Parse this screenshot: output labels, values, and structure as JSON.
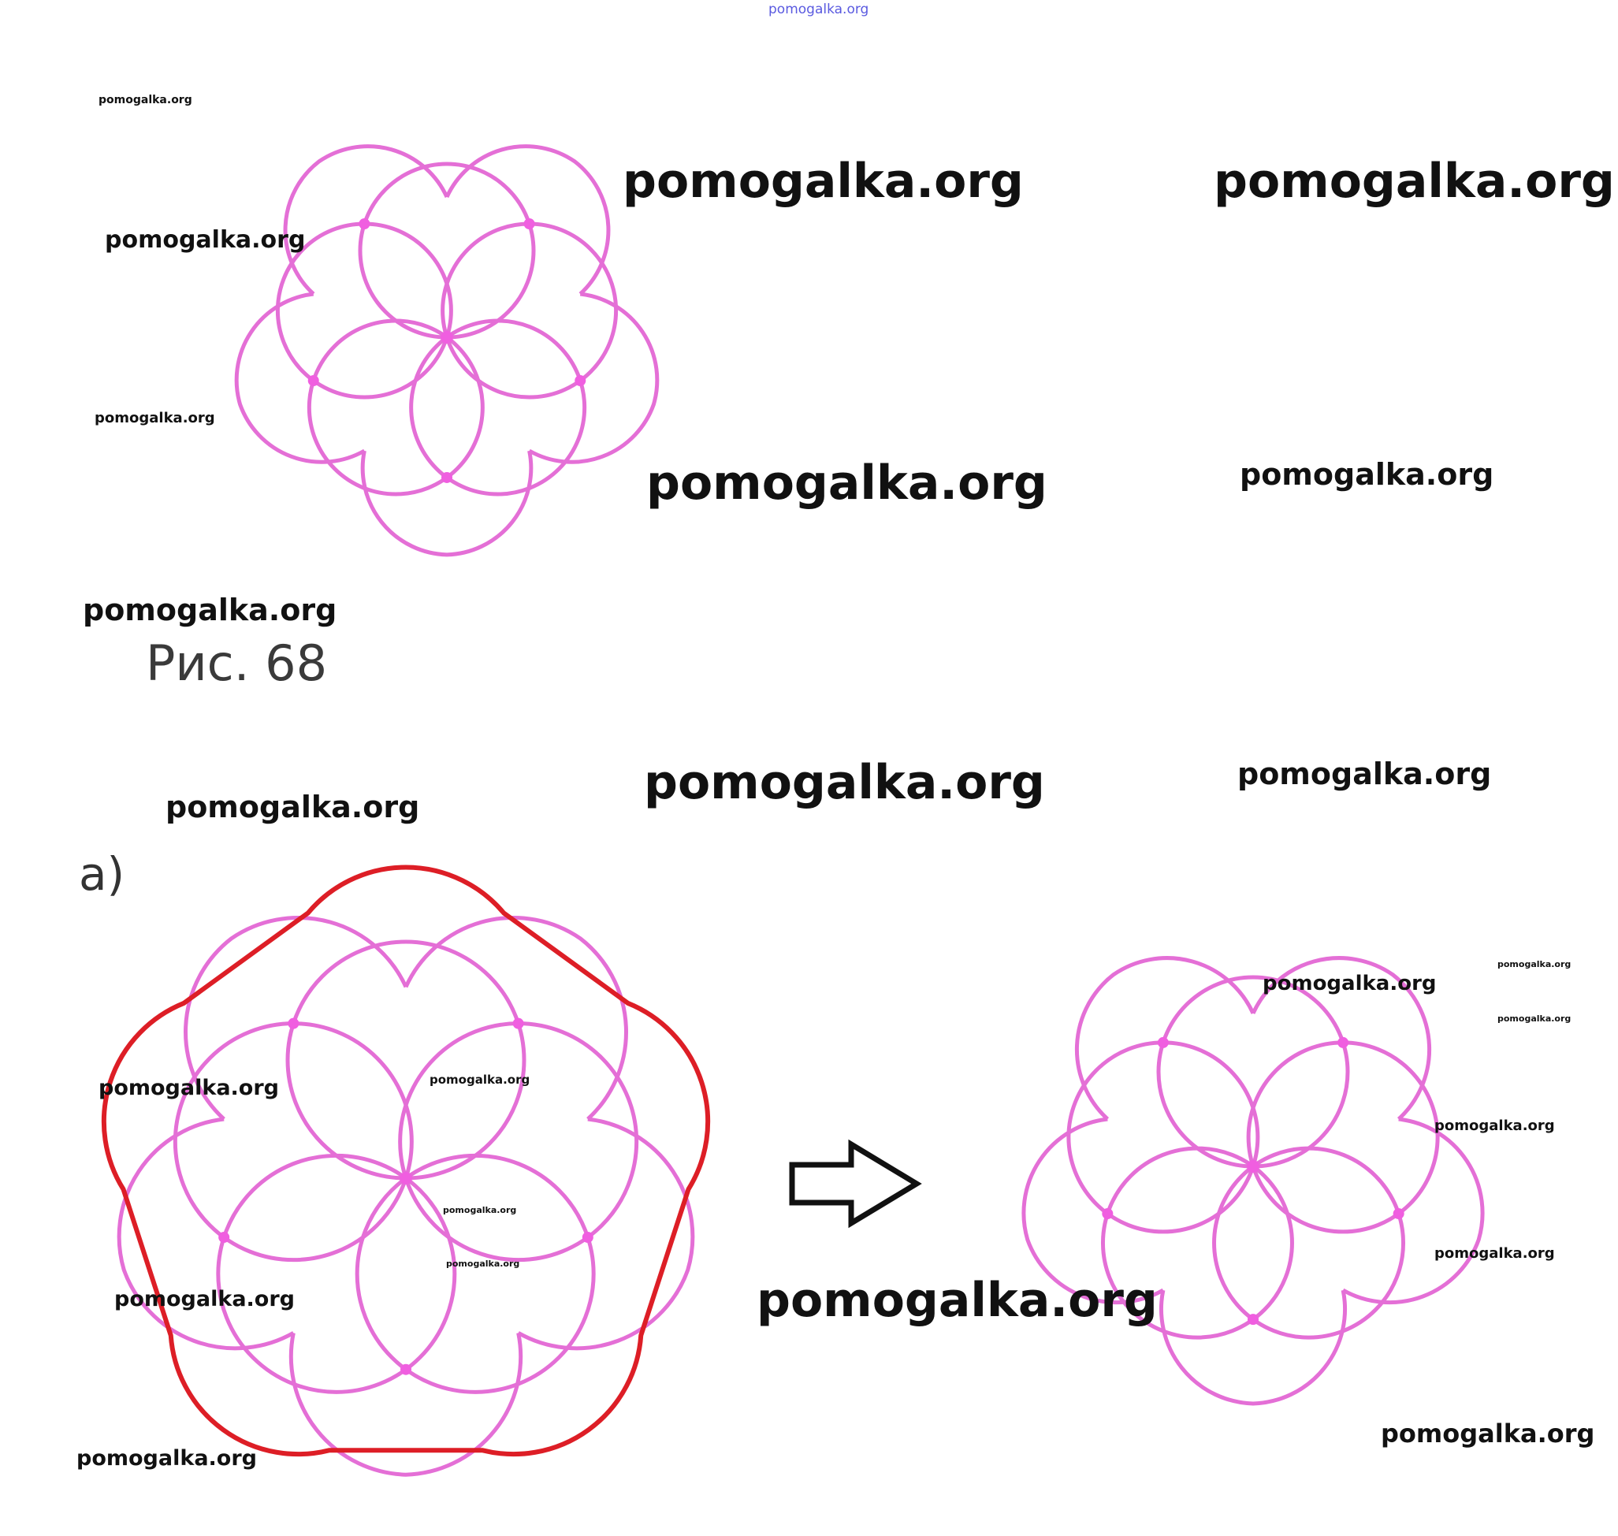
{
  "top_watermark": "pomogalka.org",
  "figure_caption": "Рис. 68",
  "part_label": "а)",
  "colors": {
    "petal": "#e46fd6",
    "outline": "#dd1e26",
    "arrow": "#111111"
  },
  "watermarks": [
    "pomogalka.org",
    "pomogalka.org",
    "pomogalka.org",
    "pomogalka.org",
    "pomogalka.org",
    "pomogalka.org",
    "pomogalka.org",
    "pomogalka.org",
    "pomogalka.org",
    "pomogalka.org",
    "pomogalka.org",
    "pomogalka.org",
    "pomogalka.org",
    "pomogalka.org",
    "pomogalka.org",
    "pomogalka.org",
    "pomogalka.org",
    "pomogalka.org",
    "pomogalka.org",
    "pomogalka.org",
    "pomogalka.org",
    "pomogalka.org",
    "pomogalka.org",
    "pomogalka.org"
  ],
  "icons": {
    "arrow": "right-arrow-icon"
  }
}
